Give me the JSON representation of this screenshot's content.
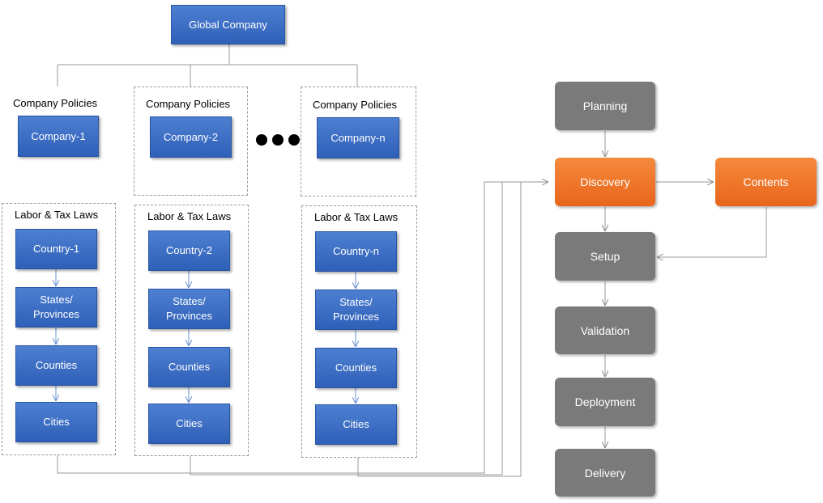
{
  "hierarchy": {
    "root": "Global Company",
    "policy_label": "Company Policies",
    "laws_label": "Labor & Tax Laws",
    "companies": [
      {
        "company": "Company-1",
        "country": "Country-1",
        "states_line1": "States/",
        "states_line2": "Provinces",
        "counties": "Counties",
        "cities": "Cities"
      },
      {
        "company": "Company-2",
        "country": "Country-2",
        "states_line1": "States/",
        "states_line2": "Provinces",
        "counties": "Counties",
        "cities": "Cities"
      },
      {
        "company": "Company-n",
        "country": "Country-n",
        "states_line1": "States/",
        "states_line2": "Provinces",
        "counties": "Counties",
        "cities": "Cities"
      }
    ]
  },
  "process": {
    "planning": "Planning",
    "discovery": "Discovery",
    "contents": "Contents",
    "setup": "Setup",
    "validation": "Validation",
    "deployment": "Deployment",
    "delivery": "Delivery"
  },
  "colors": {
    "blue": "#3a6cc4",
    "gray": "#7a7a7a",
    "orange": "#ee7127",
    "line": "#9a9a9a"
  }
}
